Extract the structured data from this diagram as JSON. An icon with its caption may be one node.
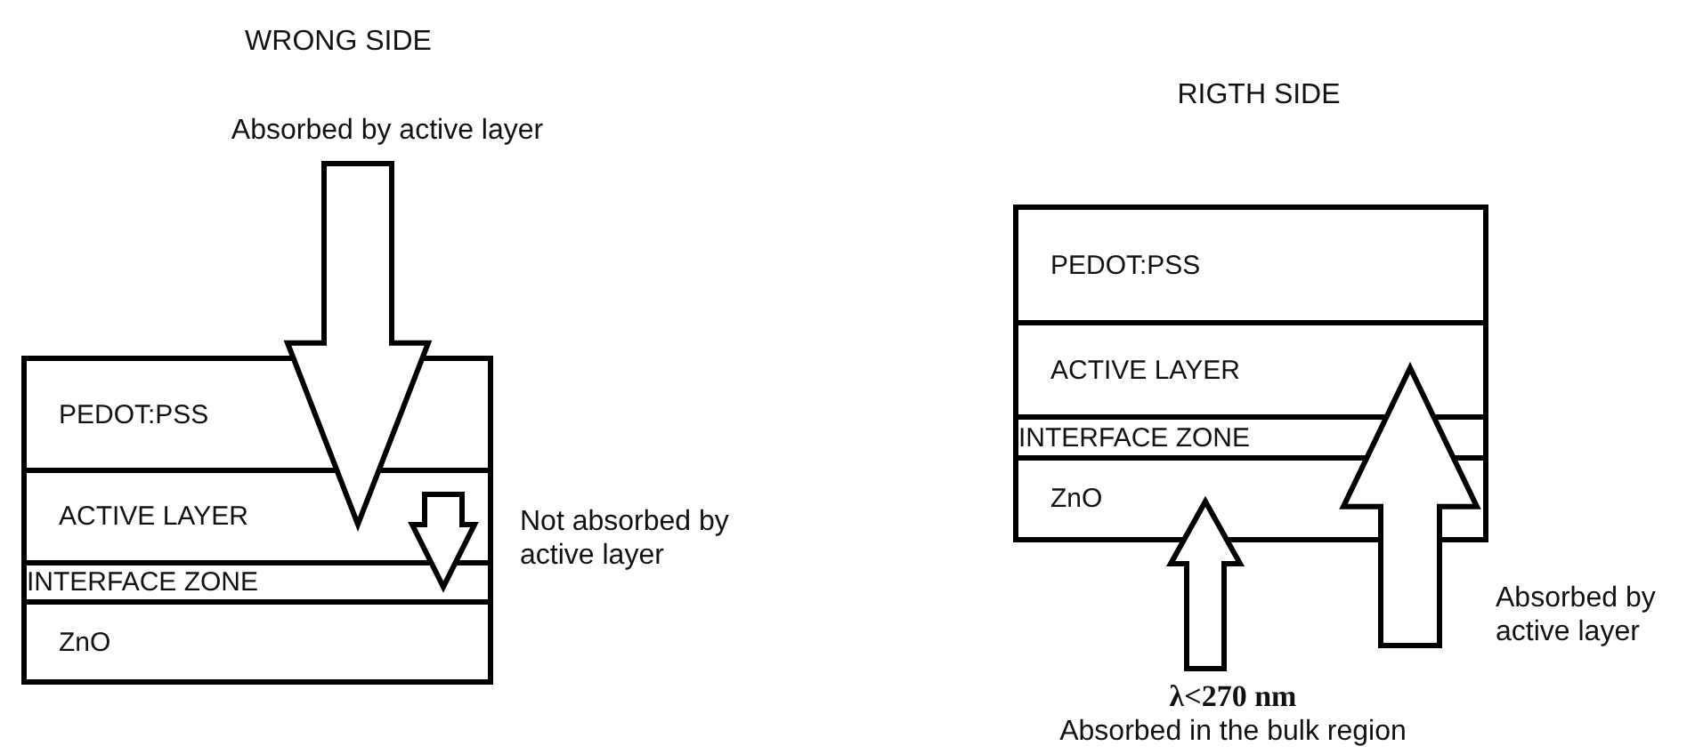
{
  "diagram": {
    "nodes": [
      {
        "text": [
          "Absorbed by active layer"
        ]
      },
      {
        "text": [
          "PEDOT:PSS"
        ]
      },
      {
        "text": [
          "ACTIVE LAYER"
        ]
      },
      {
        "text": [
          "INTERFACE ZONE"
        ]
      },
      {
        "text": [
          "ZnO"
        ]
      },
      {
        "text": [
          "PEDOT:PSS"
        ]
      },
      {
        "text": [
          "ACTIVE LAYER"
        ]
      },
      {
        "text": [
          "INTERFACE ZONE"
        ]
      },
      {
        "text": [
          "ZnO"
        ]
      },
      {
        "text": [
          "λ<270 nm",
          "Absorbed in the bulk region"
        ]
      }
    ],
    "edges": [
      {
        "from": 0,
        "to": 2,
        "arrow": "to"
      },
      {
        "from": null,
        "to": 3,
        "arrow": "to"
      },
      {
        "from": 9,
        "to": 8,
        "arrow": "to"
      },
      {
        "from": null,
        "to": 6,
        "arrow": "to"
      }
    ],
    "labels": [
      "WRONG SIDE",
      "Not absorbed by active layer",
      "RIGTH SIDE",
      "Absorbed by active layer"
    ]
  }
}
